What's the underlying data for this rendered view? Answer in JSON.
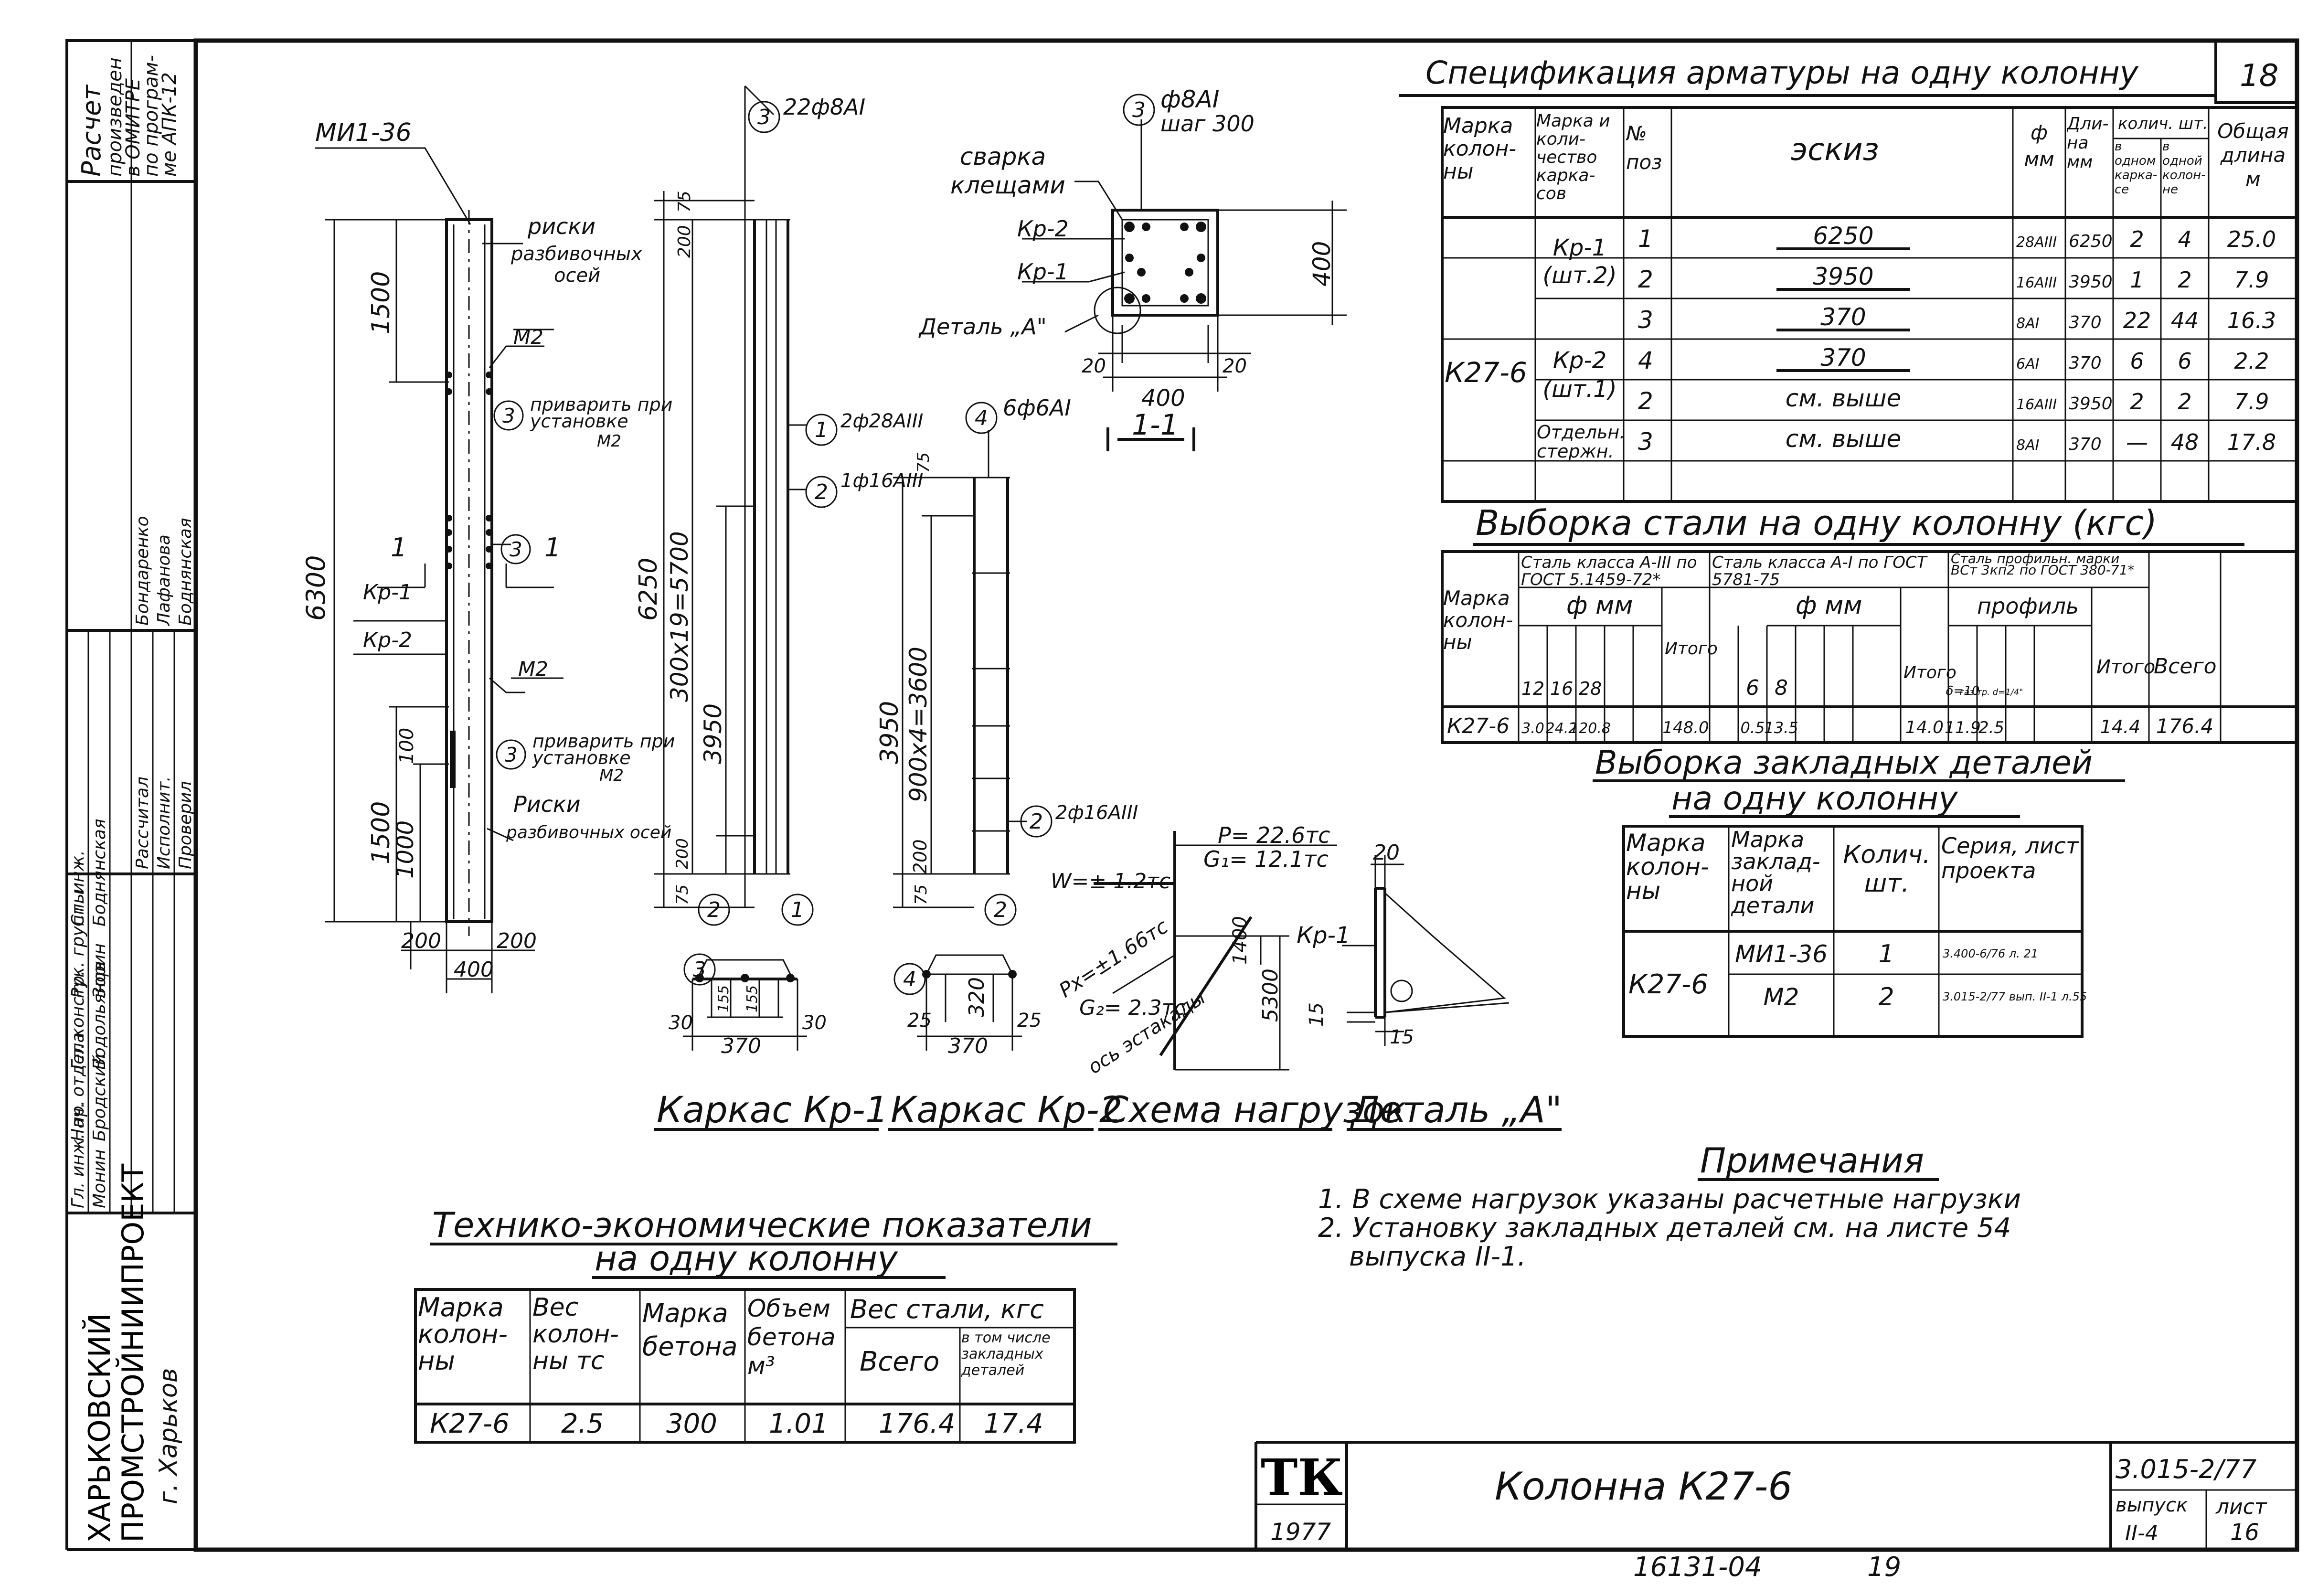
{
  "sheet": {
    "number": "18",
    "series": "3.015-2/77",
    "vypusk_label": "выпуск",
    "vypusk": "II-4",
    "list_label": "лист",
    "list": "16",
    "stamp_logo": "ТК",
    "stamp_year": "1977",
    "title": "Колонна К27-6",
    "footer_code": "16131-04",
    "footer_page": "19"
  },
  "org": {
    "line1": "ХАРЬКОВСКИЙ",
    "line2": "ПРОМСТРОЙНИИПРОЕКТ",
    "line3": "г. Харьков"
  },
  "side_note": [
    "Расчет",
    "произведен",
    "в ОМИТРЕ",
    "по програм-",
    "ме АПК-12"
  ],
  "signatures": [
    {
      "role": "Гл. инж. пр.",
      "name": "Монин"
    },
    {
      "role": "Нач. отдела",
      "name": "Бродский"
    },
    {
      "role": "Гл. констр.",
      "name": "Водольянов"
    },
    {
      "role": "Рук. группы",
      "name": "Зорин"
    },
    {
      "role": "Ст. инж.",
      "name": "Боднянская"
    },
    {
      "role": "Рассчитал",
      "name": "Бондаренко"
    },
    {
      "role": "Исполнит.",
      "name": "Лафанова"
    },
    {
      "role": "Проверил",
      "name": "Боднянская"
    }
  ],
  "spec": {
    "title": "Спецификация арматуры на одну колонну",
    "headers": {
      "col1": "Марка колон-ны",
      "col2": "Марка и коли-чество карка-сов",
      "col3": "№ поз",
      "col4": "эскиз",
      "col5": "ф мм",
      "col6": "Дли-на мм",
      "col7": "колич. шт.",
      "col7a": "в одном карка-се",
      "col7b": "в одной колон-не",
      "col8": "Общая длина м"
    },
    "mark": "К27-6",
    "groups": [
      "Кр-1 (шт.2)",
      "Кр-2 (шт.1)",
      "Отдельн. стержн."
    ],
    "rows": [
      {
        "poz": "1",
        "sketch": "6250",
        "dia": "28АIII",
        "len": "6250",
        "in_frame": "2",
        "in_col": "4",
        "total": "25.0"
      },
      {
        "poz": "2",
        "sketch": "3950",
        "dia": "16АIII",
        "len": "3950",
        "in_frame": "1",
        "in_col": "2",
        "total": "7.9"
      },
      {
        "poz": "3",
        "sketch": "370",
        "dia": "8АI",
        "len": "370",
        "in_frame": "22",
        "in_col": "44",
        "total": "16.3"
      },
      {
        "poz": "4",
        "sketch": "370",
        "dia": "6АI",
        "len": "370",
        "in_frame": "6",
        "in_col": "6",
        "total": "2.2"
      },
      {
        "poz": "2",
        "sketch": "см. выше",
        "dia": "16АIII",
        "len": "3950",
        "in_frame": "2",
        "in_col": "2",
        "total": "7.9"
      },
      {
        "poz": "3",
        "sketch": "см. выше",
        "dia": "8АI",
        "len": "370",
        "in_frame": "—",
        "in_col": "48",
        "total": "17.8"
      }
    ]
  },
  "steel": {
    "title": "Выборка стали на одну колонну (кгс)",
    "h_mark": "Марка колон-ны",
    "h_a3": "Сталь класса А-III по ГОСТ 5.1459-72*",
    "h_a1": "Сталь класса А-I по ГОСТ 5781-75",
    "h_prof": "Сталь профильн. марки ВСт 3кп2 по ГОСТ 380-71*",
    "h_phi": "ф мм",
    "h_profile": "профиль",
    "h_itogo": "Итого",
    "h_vsego": "Всего",
    "d_a3": [
      "12",
      "16",
      "28"
    ],
    "d_a1": [
      "6",
      "8"
    ],
    "d_prof": [
      "δ=10",
      "газ.тр. d=1/4\""
    ],
    "mark": "К27-6",
    "v_a3": [
      "3.0",
      "24.2",
      "120.8"
    ],
    "itogo_a3": "148.0",
    "v_a1": [
      "0.5",
      "13.5"
    ],
    "itogo_a1": "14.0",
    "v_prof": [
      "11.9",
      "2.5"
    ],
    "itogo_prof": "14.4",
    "vsego": "176.4"
  },
  "embedded": {
    "title1": "Выборка закладных деталей",
    "title2": "на одну колонну",
    "headers": [
      "Марка колон-ны",
      "Марка заклад-ной детали",
      "Колич. шт.",
      "Серия, лист проекта"
    ],
    "mark": "К27-6",
    "rows": [
      {
        "part": "МИ1-36",
        "qty": "1",
        "ref": "3.400-6/76 л. 21"
      },
      {
        "part": "М2",
        "qty": "2",
        "ref": "3.015-2/77 вып. II-1 л.55"
      }
    ]
  },
  "tech": {
    "title1": "Технико-экономические показатели",
    "title2": "на одну колонну",
    "headers": [
      "Марка колон-ны",
      "Вес колон-ны тс",
      "Марка бетона",
      "Объем бетона м³",
      "Вес стали, кгс",
      "Всего",
      "в том числе закладных деталей"
    ],
    "row": [
      "К27-6",
      "2.5",
      "300",
      "1.01",
      "176.4",
      "17.4"
    ]
  },
  "notes": {
    "title": "Примечания",
    "items": [
      "1. В схеме нагрузок указаны расчетные нагрузки",
      "2. Установку закладных деталей см. на листе 54",
      "выпуска II-1."
    ]
  },
  "captions": [
    "Каркас Кр-1",
    "Каркас Кр-2",
    "Схема нагрузок",
    "Деталь „А\""
  ],
  "labels": {
    "mi136": "МИ1-36",
    "riski1": "риски",
    "riski1b": "разбивочных",
    "riski1c": "осей",
    "m2": "М2",
    "priv1": "приварить при",
    "priv2": "установке",
    "priv3": "М2",
    "riski2": "Риски",
    "riski2b": "разбивочных осей",
    "kr1": "Кр-1",
    "kr2": "Кр-2",
    "s1": "1",
    "d6300": "6300",
    "d1500": "1500",
    "d1000": "1000",
    "d100": "100",
    "d200": "200",
    "d400": "400",
    "c3": "3",
    "c1": "1",
    "c2": "2",
    "c4": "4",
    "bars_3": "22ф8АI",
    "bars_1": "2ф28АIII",
    "bars_2": "1ф16АIII",
    "bars_4": "6ф6АI",
    "bars_2b": "2ф16АIII",
    "d75": "75",
    "d6250": "6250",
    "d5700": "300х19=5700",
    "d3950": "3950",
    "d3600": "900х4=3600",
    "d370": "370",
    "d30": "30",
    "d155": "155",
    "d320": "320",
    "d25": "25",
    "sec_bars": "ф8АI",
    "sec_step": "шаг 300",
    "weld1": "сварка",
    "weld2": "клещами",
    "detA": "Деталь „А\"",
    "d20": "20",
    "sec11": "1-1",
    "load_p": "P= 22.6тс",
    "load_g1": "G₁= 12.1тс",
    "load_w": "W=± 1.2тс",
    "load_px": "Pх=±1.66тс",
    "load_g2": "G₂= 2.3тс",
    "d1400": "1400",
    "d5300": "5300",
    "axis": "ось эстакады",
    "d15": "15"
  }
}
